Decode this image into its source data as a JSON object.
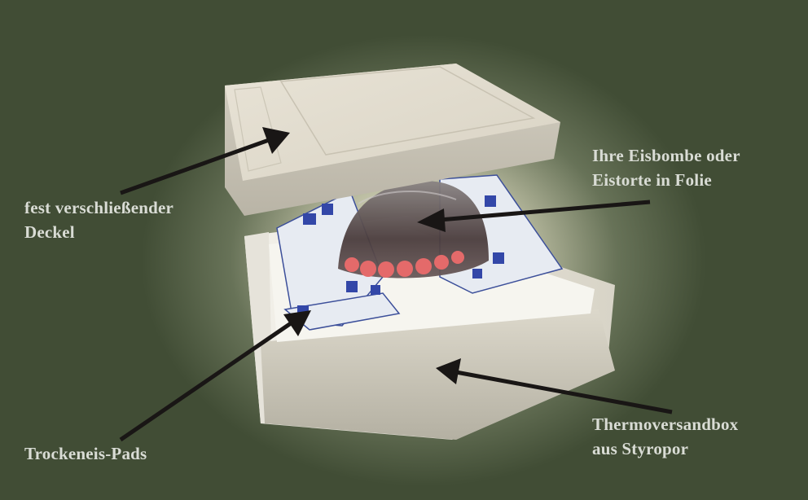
{
  "background_color": "#414d35",
  "text_color": "#d9dcd5",
  "labels": {
    "lid": {
      "line1": "fest verschließender",
      "line2": "Deckel"
    },
    "ice_cream": {
      "line1": "Ihre Eisbombe oder",
      "line2": "Eistorte in Folie"
    },
    "dry_ice": {
      "line1": "Trockeneis-Pads"
    },
    "box": {
      "line1": "Thermoversandbox",
      "line2": "aus Styropor"
    }
  }
}
